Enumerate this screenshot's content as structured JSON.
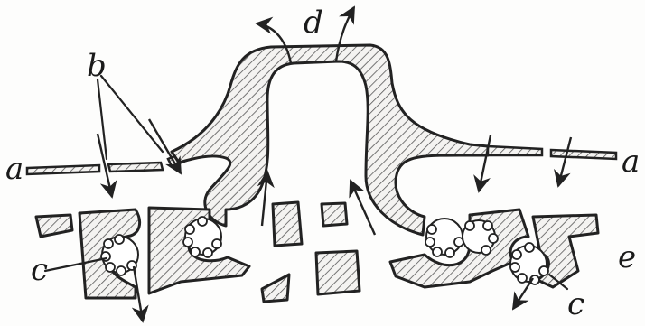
{
  "labels": {
    "a_left": "a",
    "a_right": "a",
    "b": "b",
    "c_left": "c",
    "c_right": "c",
    "d": "d",
    "e": "e"
  }
}
